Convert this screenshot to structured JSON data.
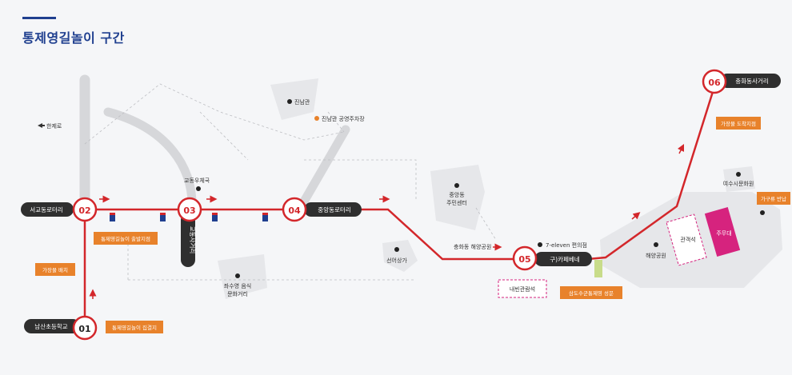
{
  "title": "통제영길놀이 구간",
  "colors": {
    "route": "#d3272b",
    "label_dark": "#2f2f2f",
    "callout": "#e8822b",
    "accent_blue": "#1f3f8f",
    "stage_pink": "#d6237e",
    "green": "#c8dc8a"
  },
  "stops": [
    {
      "num": "01",
      "name": "남산초등학교"
    },
    {
      "num": "02",
      "name": "서교동로터리"
    },
    {
      "num": "03",
      "name": "교동사거리"
    },
    {
      "num": "04",
      "name": "중앙동로터리"
    },
    {
      "num": "05",
      "name": "구)카페베네"
    },
    {
      "num": "06",
      "name": "충화동사거리"
    }
  ],
  "callouts": [
    {
      "id": "departure",
      "text": "통제영길놀이 출발지점"
    },
    {
      "id": "gather",
      "text": "통제영길놀이 집결지"
    },
    {
      "id": "stalls_left",
      "text": "가장물 배치"
    },
    {
      "id": "arrival",
      "text": "가장물 도착지점"
    },
    {
      "id": "parade",
      "text": "삼도수군통제영 성문"
    },
    {
      "id": "stalls_right",
      "text": "가구류 반납"
    }
  ],
  "places": [
    {
      "id": "jinnamgwan",
      "text": "진남관",
      "dot": "black"
    },
    {
      "id": "jinnam_parking",
      "text": "진남관 공영주차장",
      "dot": "orange"
    },
    {
      "id": "post_office",
      "text": "교동우체국",
      "dot": "black"
    },
    {
      "id": "food_street_1",
      "text": "좌수영 음식",
      "dot": "black"
    },
    {
      "id": "food_street_2",
      "text": "문화거리",
      "dot": "none"
    },
    {
      "id": "community_1",
      "text": "중앙동",
      "dot": "black"
    },
    {
      "id": "community_2",
      "text": "주민센터",
      "dot": "none"
    },
    {
      "id": "shopping",
      "text": "선어상가",
      "dot": "black"
    },
    {
      "id": "seven_eleven",
      "text": "7-eleven 편의점",
      "dot": "black"
    },
    {
      "id": "haeyang_park",
      "text": "해양공원",
      "dot": "black"
    },
    {
      "id": "culture_hall",
      "text": "여수시문화원",
      "dot": "black"
    },
    {
      "id": "road_label",
      "text": "한제로",
      "dot": "none"
    },
    {
      "id": "park_road",
      "text": "충화동 해양공원",
      "dot": "none"
    }
  ],
  "areas": {
    "audience": "관객석",
    "main_stage": "주무대",
    "viewing": "내빈관람석"
  }
}
